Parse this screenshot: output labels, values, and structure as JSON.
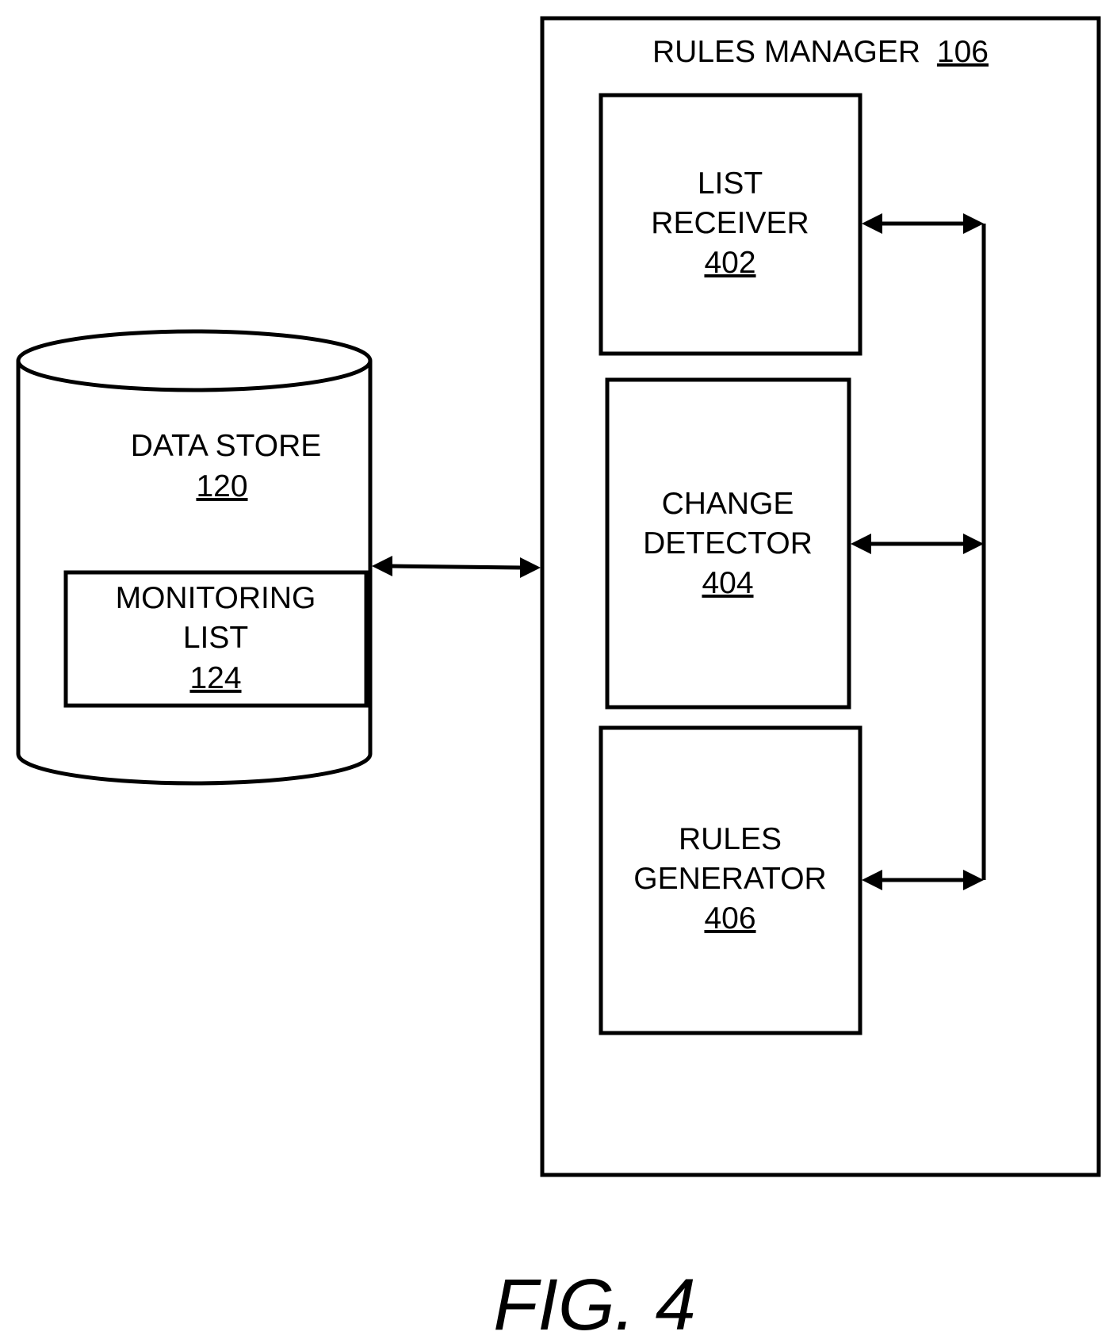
{
  "data_store": {
    "name": "DATA STORE",
    "ref": "120"
  },
  "monitoring_list": {
    "line1": "MONITORING",
    "line2": "LIST",
    "ref": "124"
  },
  "rules_manager": {
    "name": "RULES MANAGER",
    "ref": "106"
  },
  "list_receiver": {
    "line1": "LIST",
    "line2": "RECEIVER",
    "ref": "402"
  },
  "change_detector": {
    "line1": "CHANGE",
    "line2": "DETECTOR",
    "ref": "404"
  },
  "rules_generator": {
    "line1": "RULES",
    "line2": "GENERATOR",
    "ref": "406"
  },
  "figure_label": "FIG. 4"
}
